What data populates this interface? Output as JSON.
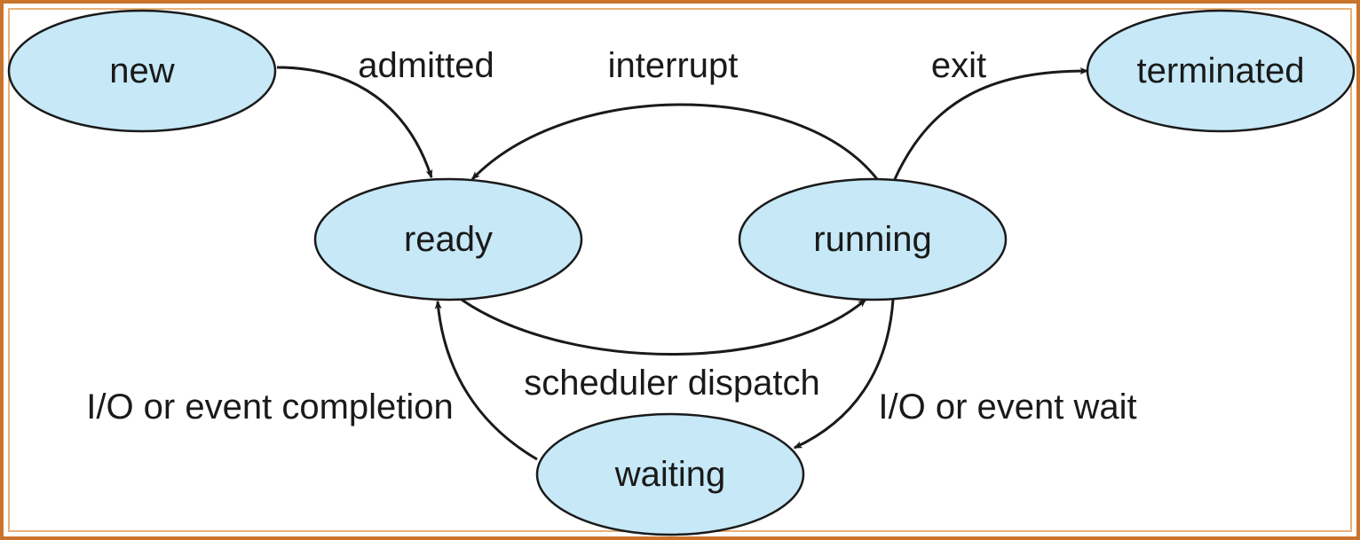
{
  "colors": {
    "frame_outer": "#c9732b",
    "frame_inner": "#e8b17a",
    "node_fill": "#c6e8f7",
    "stroke": "#1a1a1a",
    "background": "#ffffff"
  },
  "nodes": {
    "new": {
      "label": "new"
    },
    "terminated": {
      "label": "terminated"
    },
    "ready": {
      "label": "ready"
    },
    "running": {
      "label": "running"
    },
    "waiting": {
      "label": "waiting"
    }
  },
  "edges": {
    "admitted": {
      "label": "admitted",
      "from": "new",
      "to": "ready"
    },
    "interrupt": {
      "label": "interrupt",
      "from": "running",
      "to": "ready"
    },
    "exit": {
      "label": "exit",
      "from": "running",
      "to": "terminated"
    },
    "scheduler_dispatch": {
      "label": "scheduler dispatch",
      "from": "ready",
      "to": "running"
    },
    "io_event_completion": {
      "label": "I/O or event completion",
      "from": "waiting",
      "to": "ready"
    },
    "io_event_wait": {
      "label": "I/O or event wait",
      "from": "running",
      "to": "waiting"
    }
  }
}
